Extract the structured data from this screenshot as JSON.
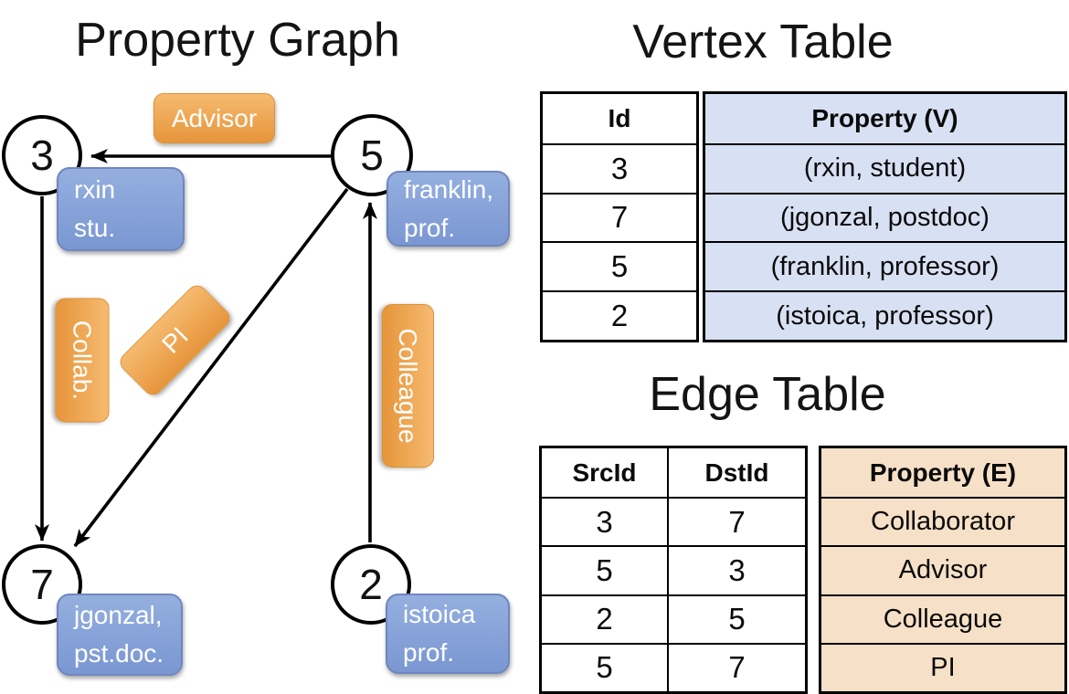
{
  "graph": {
    "title": "Property Graph",
    "vertices": [
      {
        "id": "3",
        "label_lines": [
          "rxin",
          "stu."
        ]
      },
      {
        "id": "5",
        "label_lines": [
          "franklin,",
          "prof."
        ]
      },
      {
        "id": "7",
        "label_lines": [
          "jgonzal,",
          "pst.doc."
        ]
      },
      {
        "id": "2",
        "label_lines": [
          "istoica",
          "prof."
        ]
      }
    ],
    "edge_labels": [
      "Advisor",
      "Collab.",
      "PI",
      "Colleague"
    ]
  },
  "vertex_table": {
    "title": "Vertex Table",
    "columns": [
      "Id",
      "Property (V)"
    ],
    "rows": [
      [
        "3",
        "(rxin, student)"
      ],
      [
        "7",
        "(jgonzal, postdoc)"
      ],
      [
        "5",
        "(franklin, professor)"
      ],
      [
        "2",
        "(istoica, professor)"
      ]
    ]
  },
  "edge_table": {
    "title": "Edge Table",
    "columns": [
      "SrcId",
      "DstId",
      "Property (E)"
    ],
    "rows": [
      [
        "3",
        "7",
        "Collaborator"
      ],
      [
        "5",
        "3",
        "Advisor"
      ],
      [
        "2",
        "5",
        "Colleague"
      ],
      [
        "5",
        "7",
        "PI"
      ]
    ]
  },
  "colors": {
    "orange_top": "#F6BA70",
    "orange_bottom": "#E6953A",
    "orange_border": "#DD9238",
    "blue_top": "#94AFDF",
    "blue_bottom": "#7B97D2",
    "blue_border": "#6E87BE",
    "vtable_fill": "#D8E1F3",
    "etable_fill": "#F6E0C7",
    "line_color": "#000000"
  }
}
